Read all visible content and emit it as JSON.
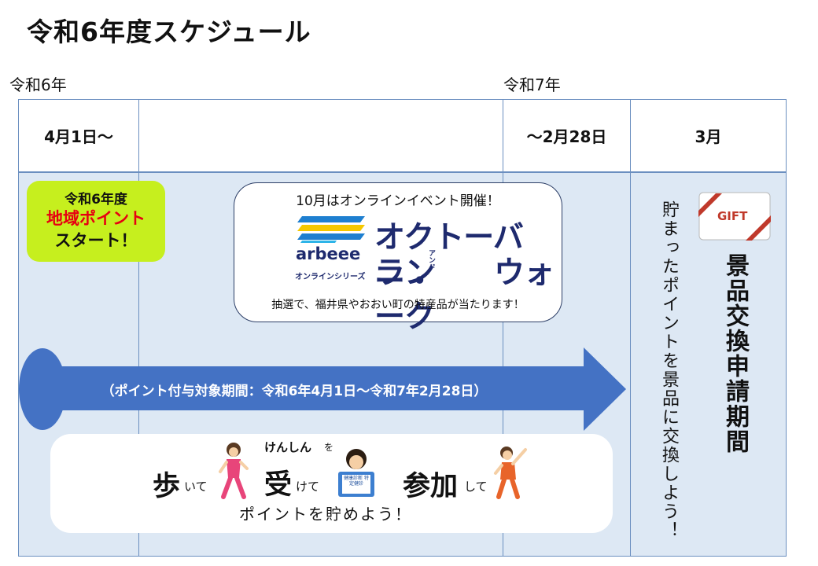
{
  "title": "令和6年度スケジュール",
  "year_start": "令和6年",
  "year_end": "令和7年",
  "columns": [
    "4月1日～",
    "",
    "～2月28日",
    "3月"
  ],
  "start_box": {
    "line1": "令和6年度",
    "line2": "地域ポイント",
    "line3": "スタート！"
  },
  "event": {
    "header": "10月はオンラインイベント開催！",
    "logo_arbeee": "arbeee",
    "logo_series": "オンラインシリーズ",
    "logo_line1": "オクトーバー・",
    "logo_line2": "ラン　　ウォーク",
    "logo_and": "アンド",
    "footer": "抽選で、福井県やおおい町の特産品が当たります！"
  },
  "arrow_text": "（ポイント付与対象期間：令和6年4月1日～令和7年2月28日）",
  "actions": {
    "walk_big": "歩",
    "walk_small": "いて",
    "kenshin": "けんしん",
    "kenshin_wo": "を",
    "receive_big": "受",
    "receive_small": "けて",
    "join_big": "参加",
    "join_small": "して",
    "book_label": "健康診断 特定健診",
    "footer": "ポイントを貯めよう！"
  },
  "gift_label": "GIFT",
  "exchange_vertical": "貯まったポイントを景品に交換しよう！",
  "exchange_period": "景品交換申請期間",
  "colors": {
    "arrow": "#4472c4",
    "grid": "#6b8fc0",
    "body_bg": "#dde8f4",
    "start_box": "#c6ef1e",
    "accent_red": "#e60012",
    "logo_navy": "#1e2a6e"
  }
}
